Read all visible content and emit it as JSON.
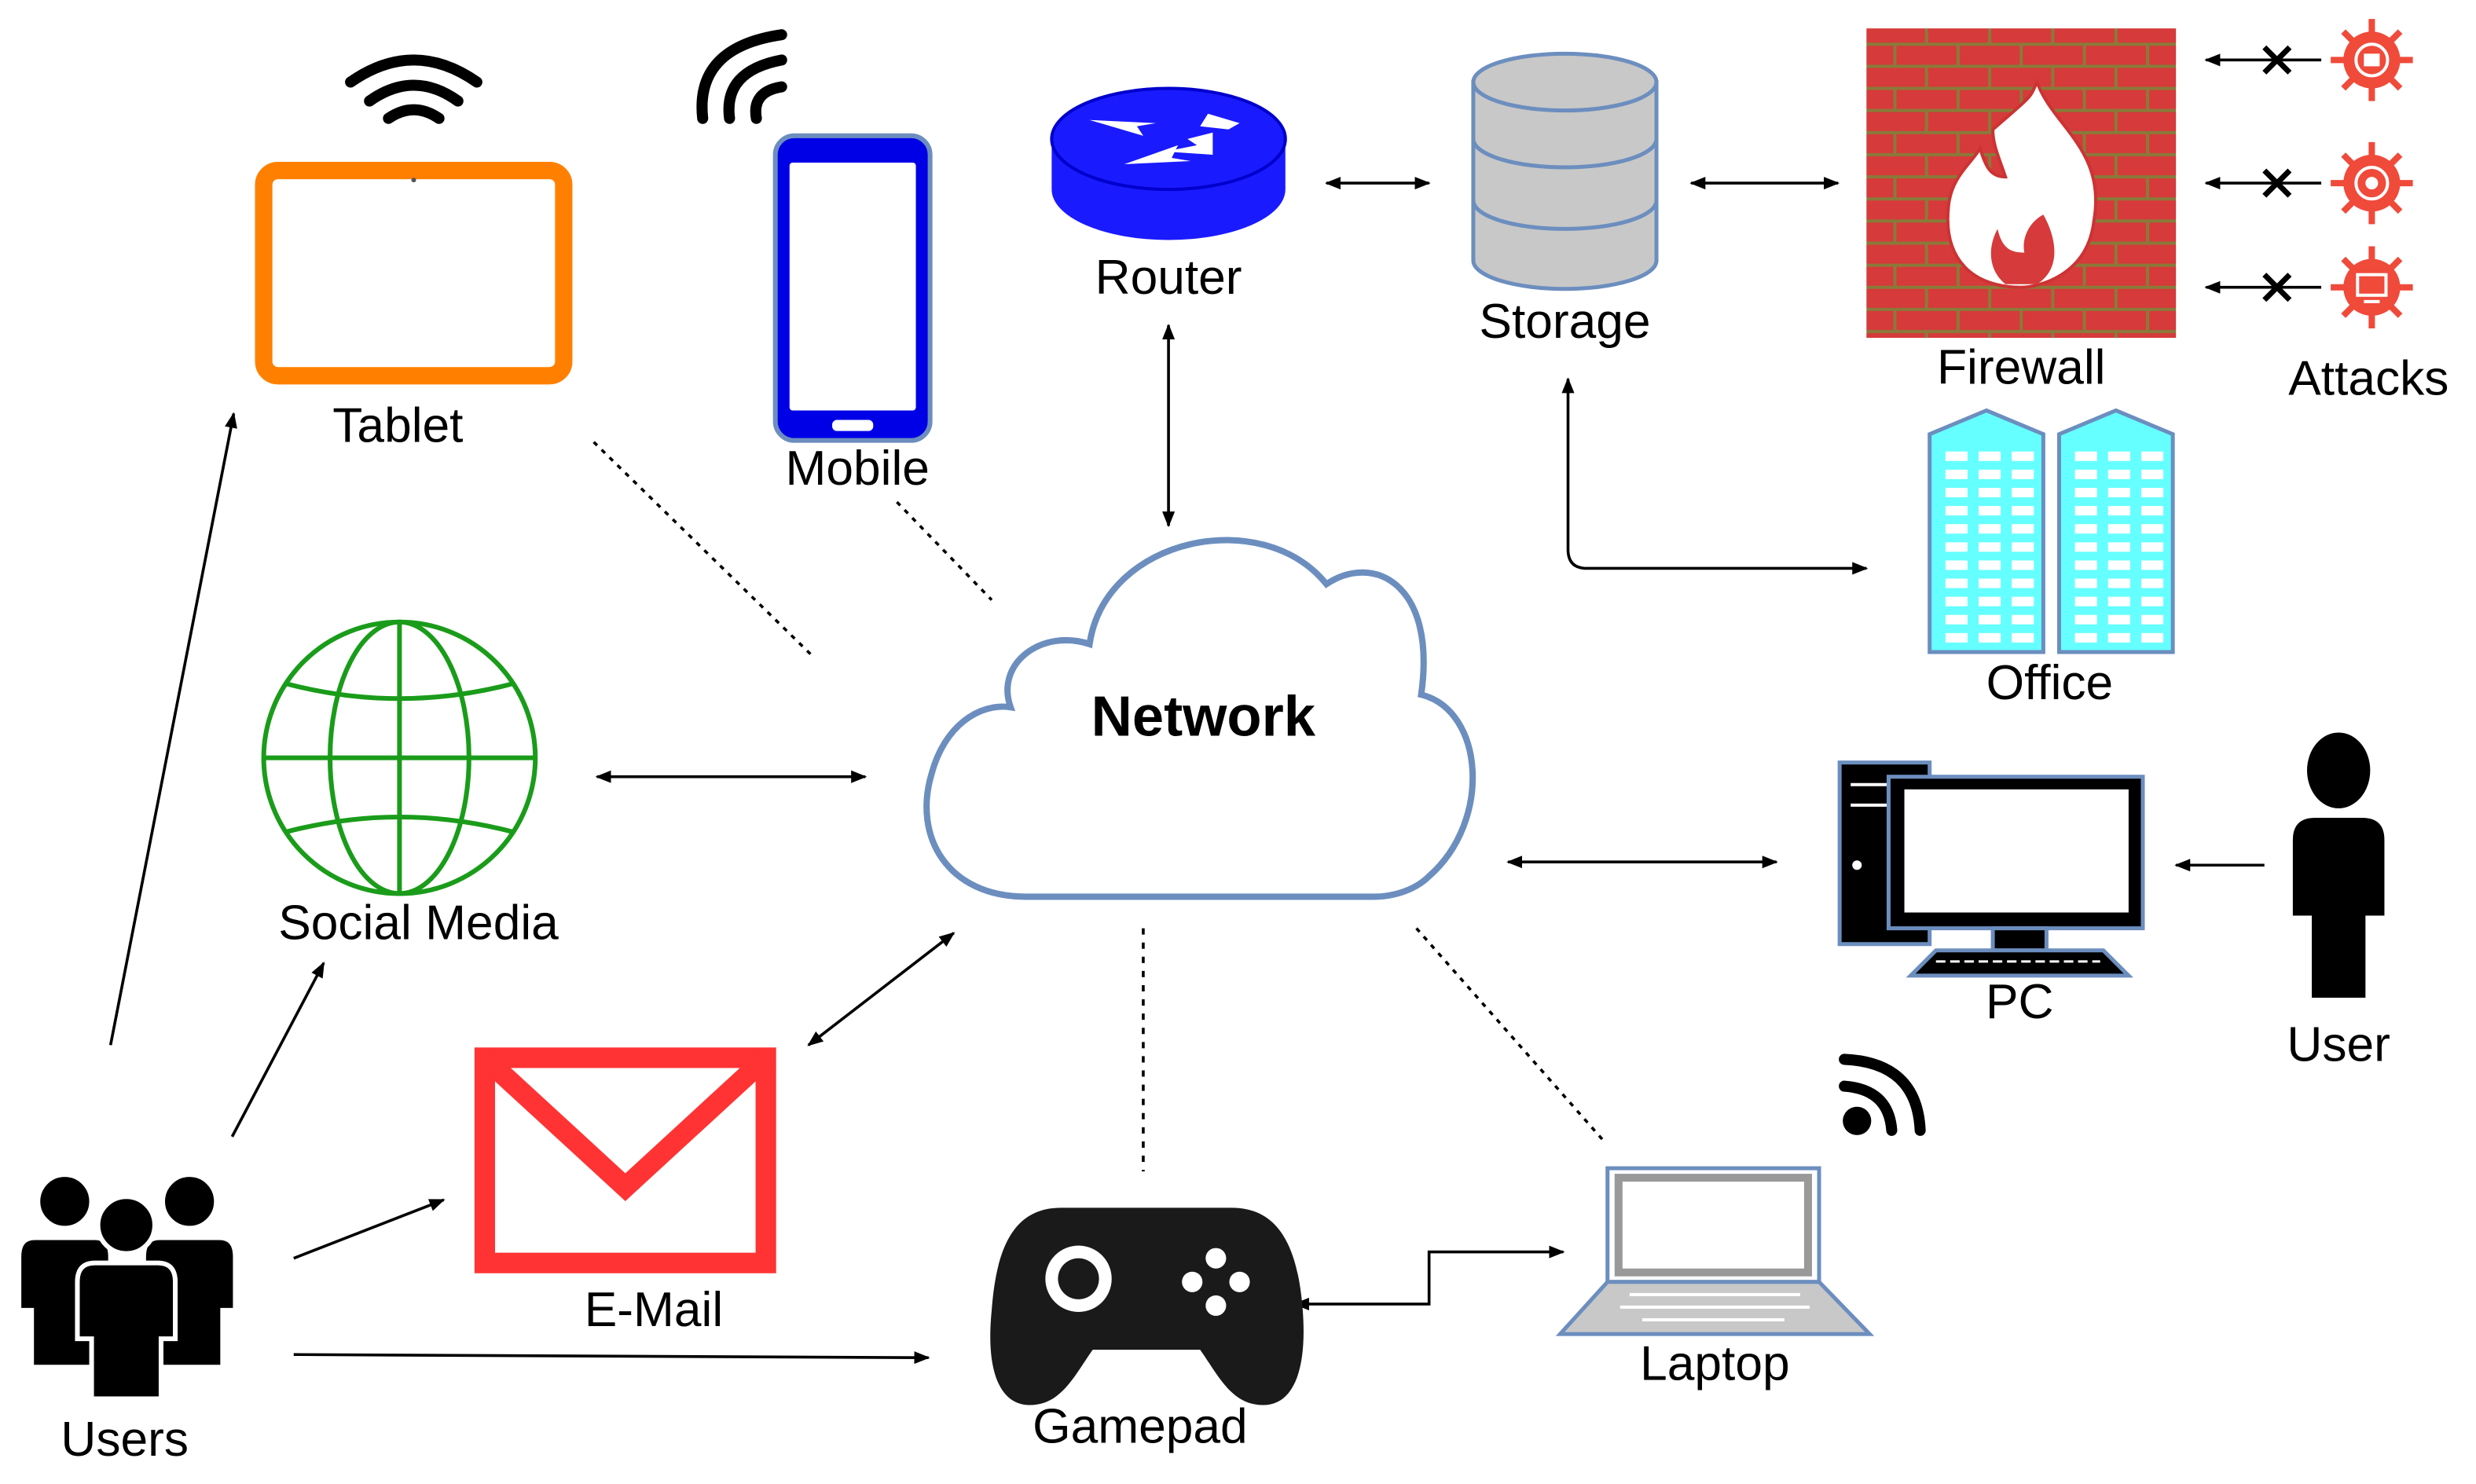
{
  "diagram": {
    "center": "Network",
    "labels": {
      "tablet": "Tablet",
      "mobile": "Mobile",
      "router": "Router",
      "storage": "Storage",
      "firewall": "Firewall",
      "attacks": "Attacks",
      "office": "Office",
      "social_media": "Social Media",
      "email": "E-Mail",
      "gamepad": "Gamepad",
      "laptop": "Laptop",
      "pc": "PC",
      "user": "User",
      "users": "Users"
    }
  },
  "colors": {
    "tablet": "#ff8000",
    "mobile": "#0000e6",
    "router": "#1a1aff",
    "storage": "#c8c8c8",
    "firewall_brick": "#cc3333",
    "attack": "#f04a3a",
    "office": "#66ffff",
    "globe": "#1a9c1a",
    "email": "#ff3333",
    "cloud_stroke": "#6c8ebf",
    "device_stroke": "#6c8ebf",
    "line": "#000000"
  },
  "icons": {
    "tablet": "tablet-icon",
    "mobile": "mobile-phone-icon",
    "router": "router-icon",
    "storage": "database-icon",
    "firewall": "firewall-icon",
    "attack": "virus-icon",
    "office": "office-building-icon",
    "globe": "globe-icon",
    "email": "envelope-icon",
    "gamepad": "gamepad-icon",
    "laptop": "laptop-icon",
    "pc": "desktop-computer-icon",
    "user": "person-icon",
    "users": "group-icon",
    "wifi": "wifi-icon"
  }
}
